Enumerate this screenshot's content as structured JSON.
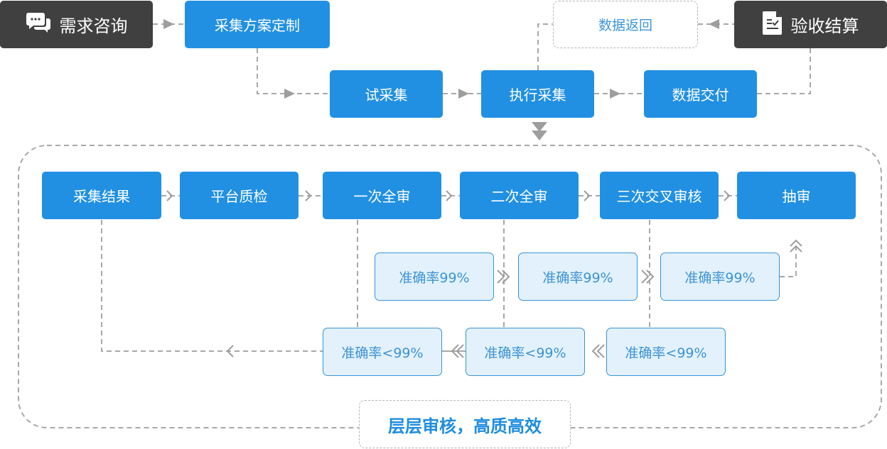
{
  "top_flow": {
    "consult": {
      "label": "需求咨询",
      "icon": "chat-bubbles-icon"
    },
    "plan": {
      "label": "采集方案定制"
    },
    "trial": {
      "label": "试采集"
    },
    "execute": {
      "label": "执行采集"
    },
    "deliver": {
      "label": "数据交付"
    },
    "return": {
      "label": "数据返回"
    },
    "settle": {
      "label": "验收结算",
      "icon": "document-check-icon"
    }
  },
  "review_flow": {
    "steps": [
      {
        "label": "采集结果"
      },
      {
        "label": "平台质检"
      },
      {
        "label": "一次全审"
      },
      {
        "label": "二次全审"
      },
      {
        "label": "三次交叉审核"
      },
      {
        "label": "抽审"
      }
    ],
    "pass": [
      {
        "label": "准确率99%"
      },
      {
        "label": "准确率99%"
      },
      {
        "label": "准确率99%"
      }
    ],
    "fail": [
      {
        "label": "准确率<99%"
      },
      {
        "label": "准确率<99%"
      },
      {
        "label": "准确率<99%"
      }
    ],
    "slogan": "层层审核，高质高效"
  },
  "colors": {
    "primary": "#2190e3",
    "dark": "#404040",
    "light_fill": "#e2f1fb",
    "connector": "#a8a8a8"
  }
}
